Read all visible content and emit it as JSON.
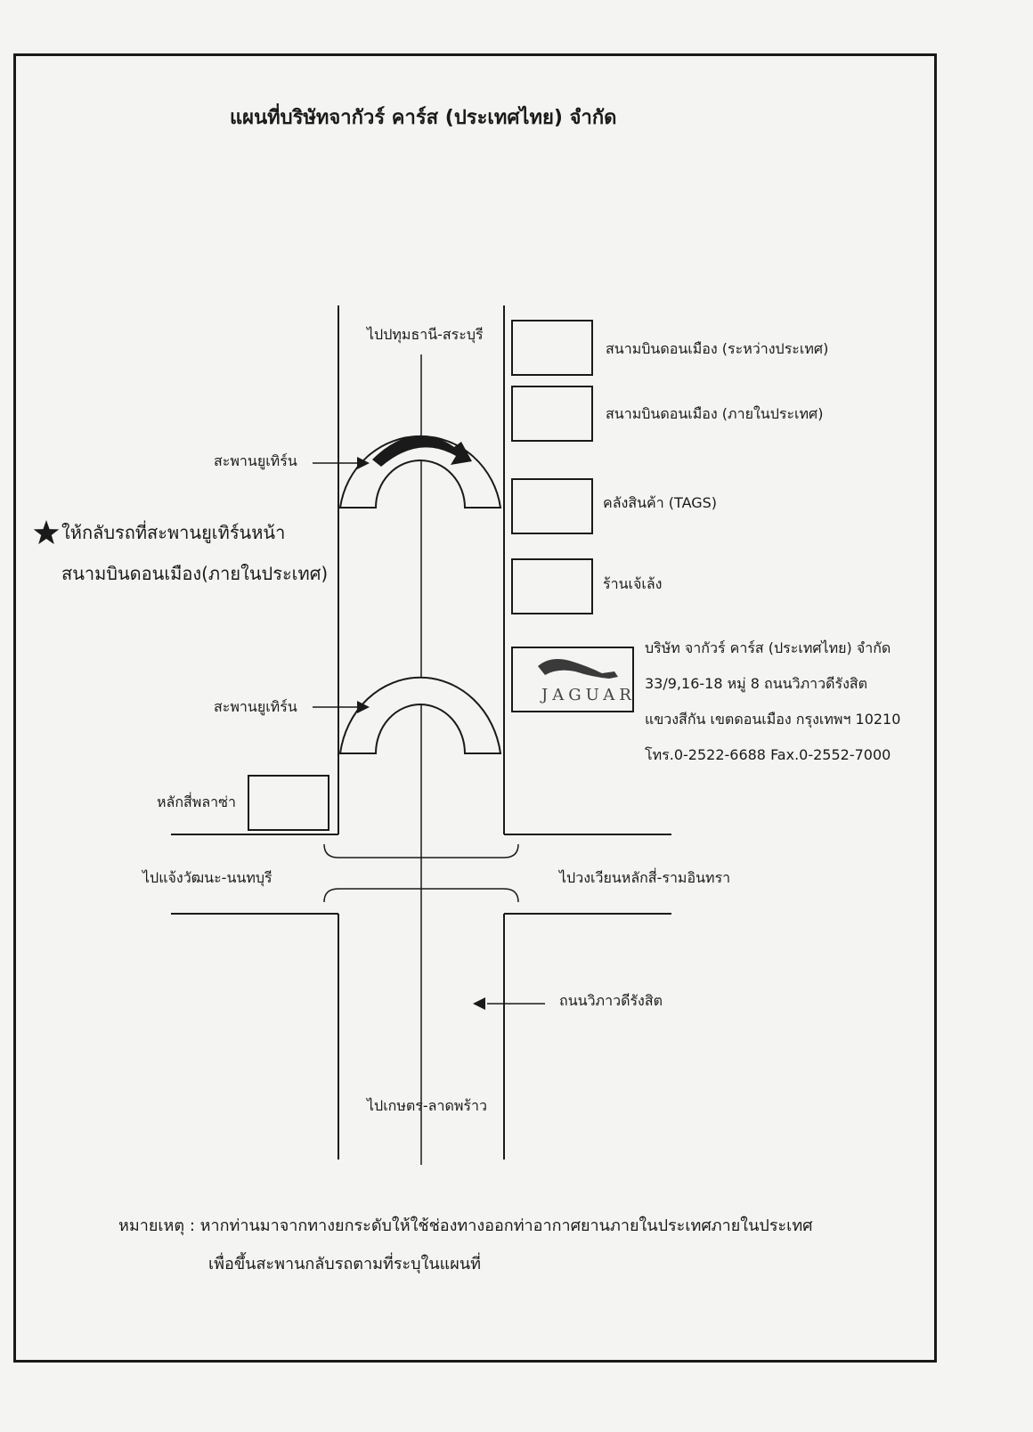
{
  "title": "แผนที่บริษัทจากัวร์ คาร์ส (ประเทศไทย) จำกัด",
  "labels": {
    "north": "ไปปทุมธานี-สระบุรี",
    "south": "ไปเกษตร-ลาดพร้าว",
    "west": "ไปแจ้งวัฒนะ-นนทบุรี",
    "east": "ไปวงเวียนหลักสี่-รามอินทรา",
    "road": "ถนนวิภาวดีรังสิต",
    "bridge_upper": "สะพานยูเทิร์น",
    "bridge_lower": "สะพานยูเทิร์น",
    "plaza": "หลักสี่พลาซ่า"
  },
  "buildings": [
    {
      "label": "สนามบินดอนเมือง (ระหว่างประเทศ)"
    },
    {
      "label": "สนามบินดอนเมือง (ภายในประเทศ)"
    },
    {
      "label": "คลังสินค้า (TAGS)"
    },
    {
      "label": "ร้านเจ้เล้ง"
    }
  ],
  "star_note": {
    "icon": "star-icon",
    "line1": "ให้กลับรถที่สะพานยูเทิร์นหน้า",
    "line2": "สนามบินดอนเมือง(ภายในประเทศ)"
  },
  "company": {
    "logo_text": "JAGUAR",
    "line1": "บริษัท จากัวร์ คาร์ส (ประเทศไทย) จำกัด",
    "line2": "33/9,16-18 หมู่ 8  ถนนวิภาวดีรังสิต",
    "line3": "แขวงสีกัน  เขตดอนเมือง  กรุงเทพฯ 10210",
    "line4": "โทร.0-2522-6688  Fax.0-2552-7000"
  },
  "footnote": {
    "line1": "หมายเหตุ : หากท่านมาจากทางยกระดับให้ใช้ช่องทางออกท่าอากาศยานภายในประเทศภายในประเทศ",
    "line2": "เพื่อขึ้นสะพานกลับรถตามที่ระบุในแผนที่"
  }
}
